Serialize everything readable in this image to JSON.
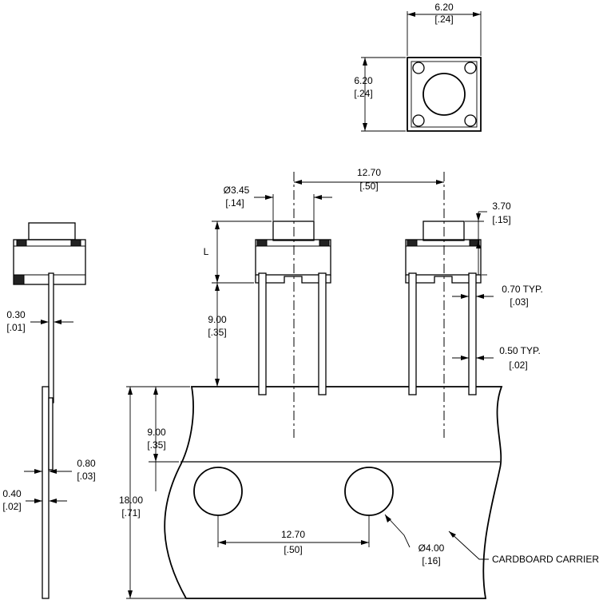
{
  "top_view": {
    "width_mm": "6.20",
    "width_in": "[.24]",
    "height_mm": "6.20",
    "height_in": "[.24]"
  },
  "front_view": {
    "button_dia_mm": "Ø3.45",
    "button_dia_in": "[.14]",
    "pitch_mm": "12.70",
    "pitch_in": "[.50]",
    "height_mm": "3.70",
    "height_in": "[.15]",
    "length_label": "L",
    "lead_length_mm": "9.00",
    "lead_length_in": "[.35]",
    "lead_width_mm": "0.70 TYP.",
    "lead_width_in": "[.03]",
    "lead_thick_mm": "0.50 TYP.",
    "lead_thick_in": "[.02]"
  },
  "carrier": {
    "band_height_mm": "9.00",
    "band_height_in": "[.35]",
    "total_height_mm": "18.00",
    "total_height_in": "[.71]",
    "hole_pitch_mm": "12.70",
    "hole_pitch_in": "[.50]",
    "hole_dia_mm": "Ø4.00",
    "hole_dia_in": "[.16]",
    "label": "CARDBOARD CARRIER"
  },
  "side_view": {
    "lead_thick_mm": "0.30",
    "lead_thick_in": "[.01]",
    "carrier_thick_mm": "0.80",
    "carrier_thick_in": "[.03]",
    "tape_thick_mm": "0.40",
    "tape_thick_in": "[.02]"
  }
}
